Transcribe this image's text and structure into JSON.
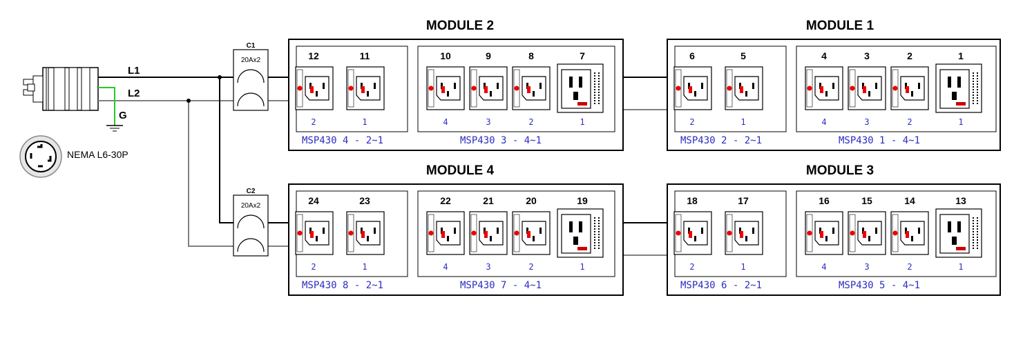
{
  "plug": {
    "type_label": "NEMA L6-30P",
    "wires": {
      "l1": "L1",
      "l2": "L2",
      "ground": "G"
    },
    "wire_colors": {
      "l1": "#000000",
      "l2": "#808080",
      "ground": "#22cc22"
    }
  },
  "breakers": [
    {
      "name": "C1",
      "rating": "20Ax2"
    },
    {
      "name": "C2",
      "rating": "20Ax2"
    }
  ],
  "modules": [
    {
      "title": "MODULE 2",
      "groups": [
        {
          "label": "MSP430 4 - 2~1",
          "outlets": [
            {
              "num": "12",
              "idx": "2"
            },
            {
              "num": "11",
              "idx": "1"
            }
          ]
        },
        {
          "label": "MSP430 3 - 4~1",
          "outlets": [
            {
              "num": "10",
              "idx": "4"
            },
            {
              "num": "9",
              "idx": "3"
            },
            {
              "num": "8",
              "idx": "2"
            },
            {
              "num": "7",
              "idx": "1"
            }
          ]
        }
      ]
    },
    {
      "title": "MODULE 1",
      "groups": [
        {
          "label": "MSP430 2 - 2~1",
          "outlets": [
            {
              "num": "6",
              "idx": "2"
            },
            {
              "num": "5",
              "idx": "1"
            }
          ]
        },
        {
          "label": "MSP430 1 - 4~1",
          "outlets": [
            {
              "num": "4",
              "idx": "4"
            },
            {
              "num": "3",
              "idx": "3"
            },
            {
              "num": "2",
              "idx": "2"
            },
            {
              "num": "1",
              "idx": "1"
            }
          ]
        }
      ]
    },
    {
      "title": "MODULE 4",
      "groups": [
        {
          "label": "MSP430 8 - 2~1",
          "outlets": [
            {
              "num": "24",
              "idx": "2"
            },
            {
              "num": "23",
              "idx": "1"
            }
          ]
        },
        {
          "label": "MSP430 7 - 4~1",
          "outlets": [
            {
              "num": "22",
              "idx": "4"
            },
            {
              "num": "21",
              "idx": "3"
            },
            {
              "num": "20",
              "idx": "2"
            },
            {
              "num": "19",
              "idx": "1"
            }
          ]
        }
      ]
    },
    {
      "title": "MODULE 3",
      "groups": [
        {
          "label": "MSP430 6 - 2~1",
          "outlets": [
            {
              "num": "18",
              "idx": "2"
            },
            {
              "num": "17",
              "idx": "1"
            }
          ]
        },
        {
          "label": "MSP430 5 - 4~1",
          "outlets": [
            {
              "num": "16",
              "idx": "4"
            },
            {
              "num": "15",
              "idx": "3"
            },
            {
              "num": "14",
              "idx": "2"
            },
            {
              "num": "13",
              "idx": "1"
            }
          ]
        }
      ]
    }
  ]
}
